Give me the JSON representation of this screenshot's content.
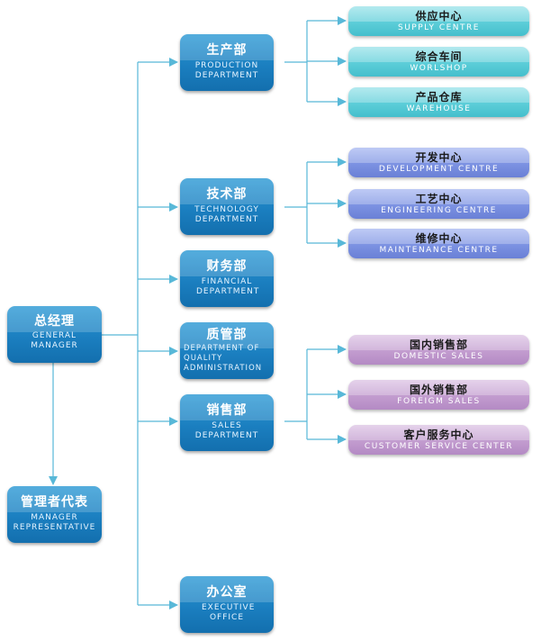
{
  "chart_data": {
    "type": "org-chart",
    "colors": {
      "connector": "#58b8d8",
      "department": "#1b7fc0",
      "production_units": "#5ccdd8",
      "technology_units": "#7c92e2",
      "sales_units": "#c29ccf"
    },
    "root": {
      "cn": "总经理",
      "en": "GENERAL MANAGER"
    },
    "representative": {
      "cn": "管理者代表",
      "en": "MANAGER REPRESENTATIVE"
    },
    "departments": [
      {
        "cn": "生产部",
        "en": "PRODUCTION DEPARTMENT",
        "children": [
          {
            "cn": "供应中心",
            "en": "SUPPLY CENTRE"
          },
          {
            "cn": "综合车间",
            "en": "WORLSHOP"
          },
          {
            "cn": "产品仓库",
            "en": "WAREHOUSE"
          }
        ]
      },
      {
        "cn": "技术部",
        "en": "TECHNOLOGY DEPARTMENT",
        "children": [
          {
            "cn": "开发中心",
            "en": "DEVELOPMENT CENTRE"
          },
          {
            "cn": "工艺中心",
            "en": "ENGINEERING CENTRE"
          },
          {
            "cn": "维修中心",
            "en": "MAINTENANCE CENTRE"
          }
        ]
      },
      {
        "cn": "财务部",
        "en": "FINANCIAL DEPARTMENT",
        "children": []
      },
      {
        "cn": "质管部",
        "en": "DEPARTMENT OF QUALITY ADMINISTRATION",
        "children": []
      },
      {
        "cn": "销售部",
        "en": "SALES DEPARTMENT",
        "children": [
          {
            "cn": "国内销售部",
            "en": "DOMESTIC SALES"
          },
          {
            "cn": "国外销售部",
            "en": "FOREIGM SALES"
          },
          {
            "cn": "客户服务中心",
            "en": "CUSTOMER SERVICE CENTER"
          }
        ]
      },
      {
        "cn": "办公室",
        "en": "EXECUTIVE OFFICE",
        "children": []
      }
    ]
  }
}
